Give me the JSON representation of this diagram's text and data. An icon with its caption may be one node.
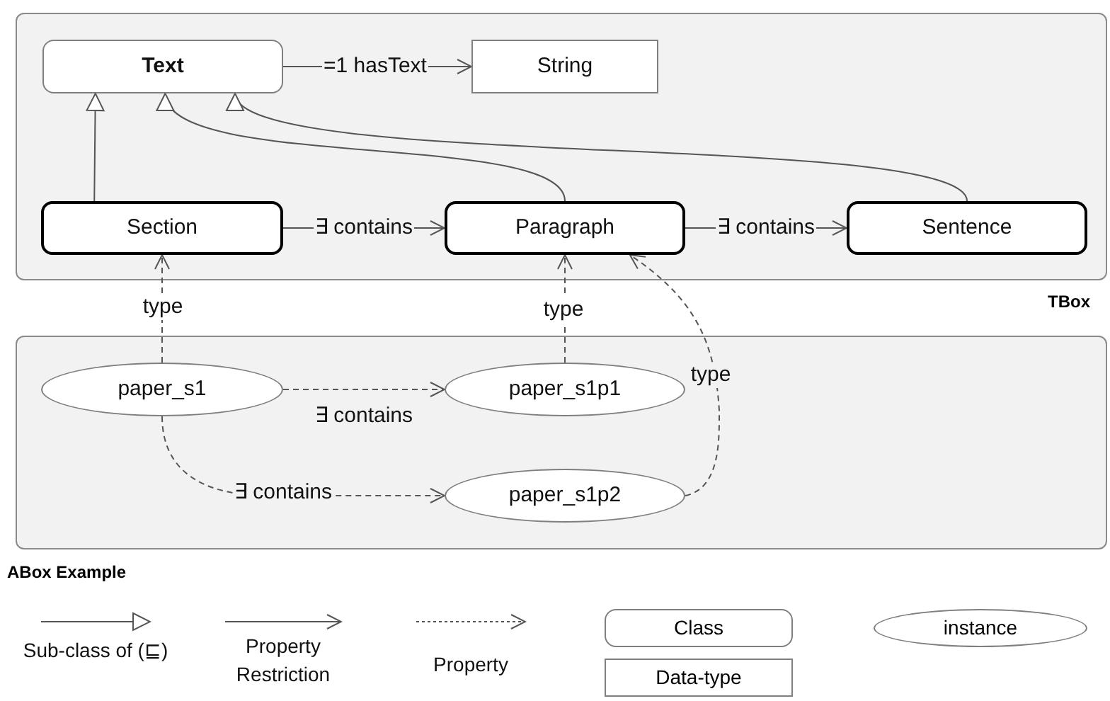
{
  "diagram": {
    "nodes": [
      {
        "text": [
          "TBox"
        ]
      },
      {
        "text": [
          "Text"
        ],
        "in": 0
      },
      {
        "text": [
          "String"
        ],
        "in": 0
      },
      {
        "text": [
          "Section"
        ],
        "in": 0
      },
      {
        "text": [
          "Paragraph"
        ],
        "in": 0
      },
      {
        "text": [
          "Sentence"
        ],
        "in": 0
      },
      {
        "text": [
          "ABox Example"
        ]
      },
      {
        "text": [
          "paper_s1"
        ],
        "in": 6
      },
      {
        "text": [
          "paper_s1p1"
        ],
        "in": 6
      },
      {
        "text": [
          "paper_s1p2"
        ],
        "in": 6
      }
    ],
    "edges": [
      {
        "from": 1,
        "to": 2,
        "arrow": "to",
        "label": "=1 hasText"
      },
      {
        "from": 3,
        "to": 1,
        "arrow": "to"
      },
      {
        "from": 4,
        "to": 1,
        "arrow": "to"
      },
      {
        "from": 5,
        "to": 1,
        "arrow": "to"
      },
      {
        "from": 3,
        "to": 4,
        "arrow": "to",
        "label": "∃ contains"
      },
      {
        "from": 4,
        "to": 5,
        "arrow": "to",
        "label": "∃ contains"
      },
      {
        "from": 7,
        "to": 3,
        "arrow": "to",
        "label": "type",
        "style": "dashed"
      },
      {
        "from": 8,
        "to": 4,
        "arrow": "to",
        "label": "type",
        "style": "dashed"
      },
      {
        "from": 9,
        "to": 4,
        "arrow": "to",
        "label": "type",
        "style": "dashed"
      },
      {
        "from": 7,
        "to": 8,
        "arrow": "to",
        "label": "∃ contains",
        "style": "dashed"
      },
      {
        "from": 7,
        "to": 9,
        "arrow": "to",
        "label": "∃ contains",
        "style": "dashed"
      }
    ],
    "legend": [
      {
        "text": "Sub-class of (⊑)"
      },
      {
        "text": "Property Restriction"
      },
      {
        "text": "Property"
      },
      {
        "text": "Class"
      },
      {
        "text": "Data-type"
      },
      {
        "text": "instance"
      }
    ]
  }
}
